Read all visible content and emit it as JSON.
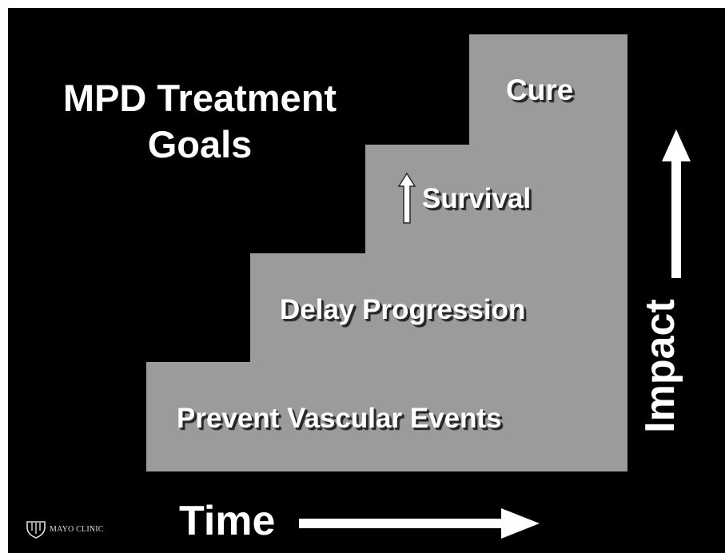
{
  "slide": {
    "title": "MPD Treatment Goals",
    "steps": [
      {
        "label": "Prevent Vascular Events"
      },
      {
        "label": "Delay Progression"
      },
      {
        "label": "Survival",
        "prefix_icon": "up-arrow-icon"
      },
      {
        "label": "Cure"
      }
    ],
    "y_axis_label": "Impact",
    "x_axis_label": "Time",
    "logo_text": "MAYO CLINIC",
    "colors": {
      "background": "#000000",
      "steps": "#9b9b9b",
      "text": "#ffffff"
    }
  }
}
